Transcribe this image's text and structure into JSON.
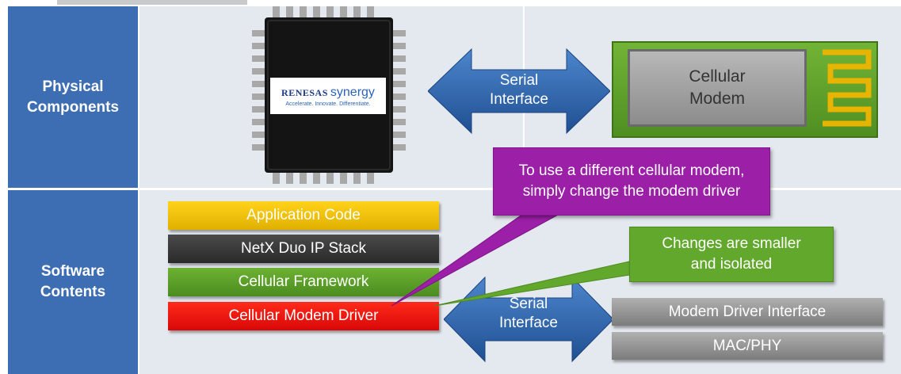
{
  "rows": {
    "physical_label": "Physical\nComponents",
    "software_label": "Software\nContents"
  },
  "mcu_chip": {
    "brand_renesas": "RENESAS",
    "brand_synergy": "synergy",
    "tagline": "Accelerate. Innovate. Differentiate."
  },
  "serial_top": {
    "label": "Serial\nInterface"
  },
  "modem": {
    "label": "Cellular\nModem"
  },
  "software_stack": [
    {
      "label": "Application Code",
      "color": "#f2c200"
    },
    {
      "label": "NetX Duo IP Stack",
      "color": "#3a3a3a"
    },
    {
      "label": "Cellular Framework",
      "color": "#5a9e2a"
    },
    {
      "label": "Cellular Modem Driver",
      "color": "#e61010"
    }
  ],
  "serial_bottom": {
    "label": "Serial\nInterface"
  },
  "modem_stack": [
    {
      "label": "Modem Driver Interface"
    },
    {
      "label": "MAC/PHY"
    }
  ],
  "callouts": {
    "purple": "To use a different cellular modem,\nsimply change the modem driver",
    "green": "Changes are smaller\nand isolated"
  },
  "colors": {
    "row_label_bg": "#3d6eb3",
    "panel_bg": "#e4e9ef",
    "arrow_blue": "#2f64a8",
    "callout_purple": "#9c1fa8",
    "callout_green": "#62a82c",
    "modem_board_green": "#62a82c",
    "antenna_gold": "#e8b400"
  }
}
